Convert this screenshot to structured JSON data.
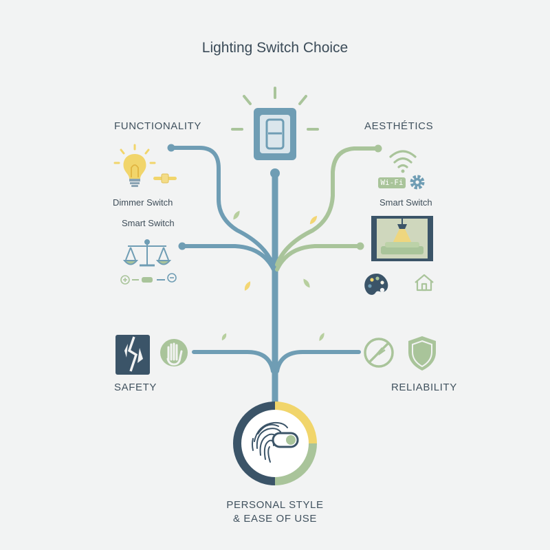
{
  "title": "Lighting Switch Choice",
  "branches": {
    "functionality": {
      "label": "FUNCTIONALITY",
      "items": [
        "Dimmer Switch",
        "Smart Switch"
      ]
    },
    "aesthetics": {
      "label": "AESTHÉTICS",
      "items": [
        "Smart Switch"
      ],
      "badge": "Wi-Fi"
    },
    "safety": {
      "label": "SAFETY"
    },
    "reliability": {
      "label": "RELIABILITY"
    }
  },
  "root": {
    "line1": "PERSONAL STYLE",
    "line2": "& EASE OF USE"
  },
  "colors": {
    "blue": "#6f9db4",
    "green": "#a9c49a",
    "yellow": "#f1d56b",
    "navy": "#3b5468",
    "leaf_green": "#b7cf9e",
    "leaf_yellow": "#f3d674"
  },
  "icons": [
    "light-switch-icon",
    "lightbulb-icon",
    "toggle-icon",
    "balance-scale-icon",
    "plus-minus-slider-icon",
    "wifi-icon",
    "gear-icon",
    "window-lamp-icon",
    "palette-icon",
    "house-icon",
    "broken-shield-icon",
    "hand-stop-icon",
    "no-spark-icon",
    "shield-icon",
    "fingerprint-toggle-icon",
    "leaf-icon"
  ]
}
